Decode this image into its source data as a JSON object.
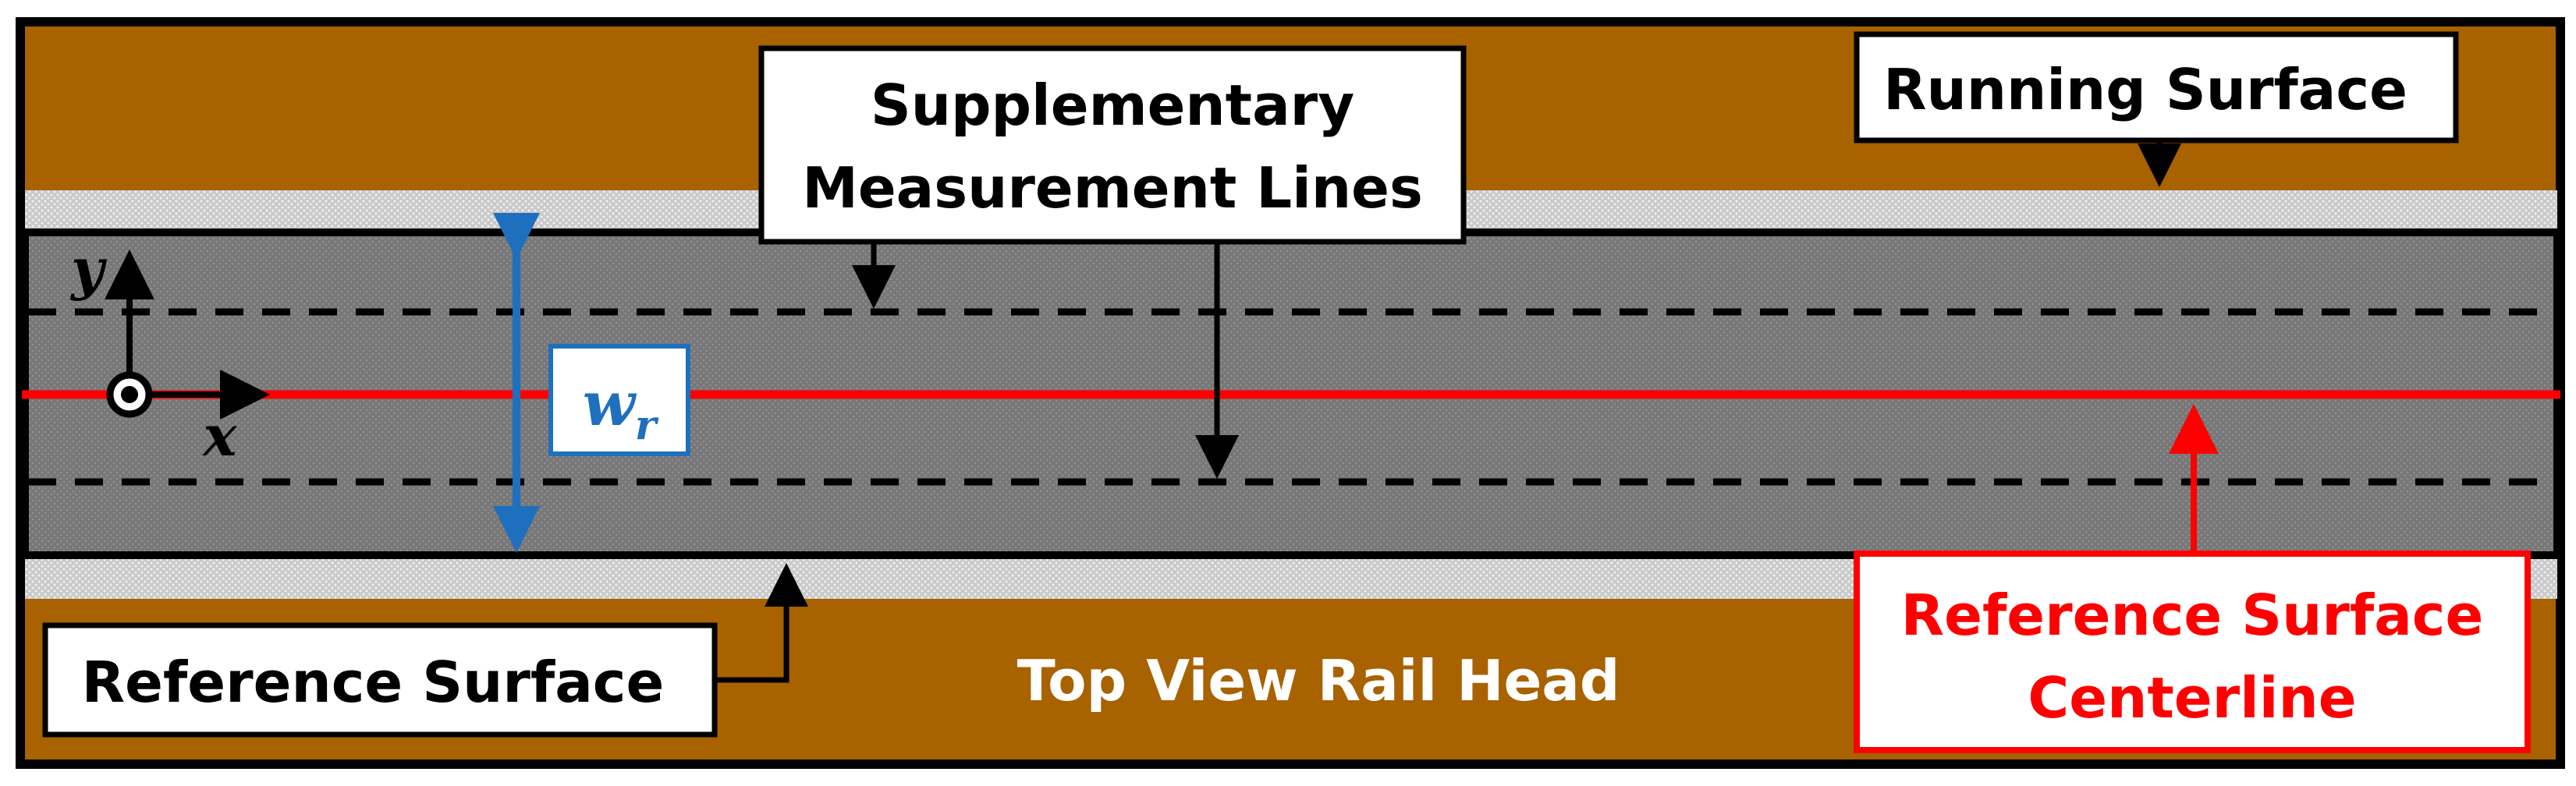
{
  "labels": {
    "supplementary_line1": "Supplementary",
    "supplementary_line2": "Measurement Lines",
    "running_surface": "Running Surface",
    "reference_surface": "Reference Surface",
    "top_view": "Top View Rail Head",
    "centerline_line1": "Reference Surface",
    "centerline_line2": "Centerline",
    "axis_x": "x",
    "axis_y": "y",
    "width_symbol": "w",
    "width_subscript": "r"
  },
  "colors": {
    "rail_brown": "#a86200",
    "running_surface_gray": "#c9c9c9",
    "reference_surface_gray": "#7a7a7a",
    "centerline_red": "#ff0000",
    "width_blue": "#1f6fbf",
    "outline": "#000000",
    "label_text_white": "#ffffff"
  },
  "icons": {
    "origin": "circle-dot-icon"
  }
}
